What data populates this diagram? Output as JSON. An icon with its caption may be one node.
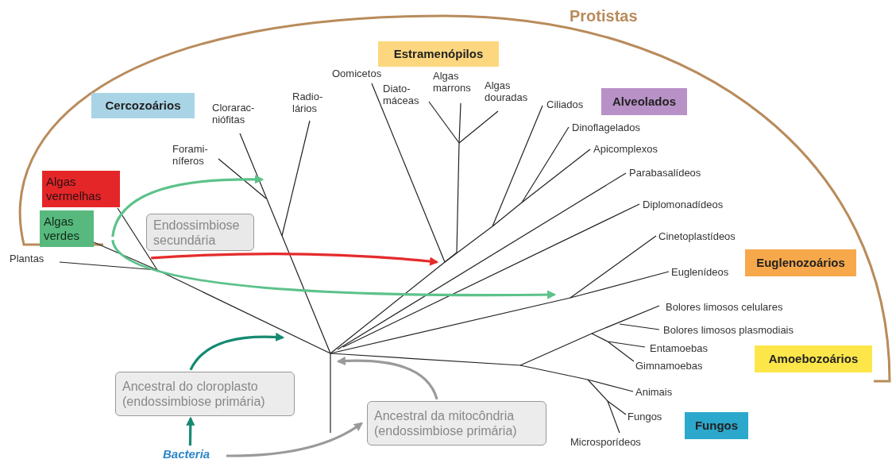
{
  "diagram": {
    "nodes": [
      {
        "text": [
          "Cercozoários"
        ]
      },
      {
        "text": [
          "Estramenópilos"
        ]
      },
      {
        "text": [
          "Alveolados"
        ]
      },
      {
        "text": [
          "Algas vermelhas"
        ]
      },
      {
        "text": [
          "Algas verdes"
        ]
      },
      {
        "text": [
          "Endossimbiose secundária"
        ]
      },
      {
        "text": [
          "Euglenozoários"
        ]
      },
      {
        "text": [
          "Amoebozoários"
        ]
      },
      {
        "text": [
          "Fungos"
        ]
      },
      {
        "text": [
          "Ancestral do cloroplasto (endossimbiose primária)"
        ]
      },
      {
        "text": [
          "Ancestral da mitocôndria (endossimbiose primária)"
        ]
      },
      {
        "text": [
          "Bacteria"
        ]
      }
    ],
    "edges": [
      {
        "from": 11,
        "to": 9,
        "arrow": "to",
        "color": "#158a72"
      },
      {
        "from": 11,
        "to": 10,
        "arrow": "to",
        "color": "#9a9a9a"
      },
      {
        "from": 9,
        "to": null,
        "arrow": "to",
        "color": "#158a72"
      },
      {
        "from": 10,
        "to": null,
        "arrow": "to",
        "color": "#9a9a9a"
      },
      {
        "from": 3,
        "to": null,
        "arrow": "to",
        "color": "#e52b2b"
      },
      {
        "from": 4,
        "to": null,
        "arrow": "to",
        "color": "#5cc28a"
      },
      {
        "from": 4,
        "to": null,
        "arrow": "to",
        "color": "#5cc28a"
      }
    ],
    "labels": [
      "Protistas",
      "Oomicetos",
      "Algas marrons",
      "Algas douradas",
      "Diato- máceas",
      "Clorarac- niófitas",
      "Radio- lários",
      "Ciliados",
      "Dinoflagelados",
      "Forami- níferos",
      "Apicomplexos",
      "Parabasalídeos",
      "Diplomonadídeos",
      "Plantas",
      "Cinetoplastídeos",
      "Euglenídeos",
      "Bolores limosos celulares",
      "Bolores limosos plasmodiais",
      "Entamoebas",
      "Gimnamoebas",
      "Animais",
      "Fungos",
      "Microsporídeos"
    ]
  }
}
